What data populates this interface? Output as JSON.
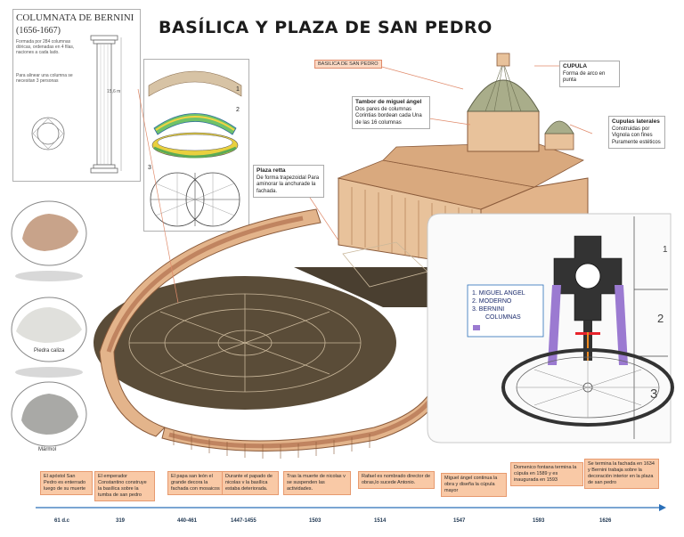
{
  "title": "BASÍLICA Y PLAZA DE SAN PEDRO",
  "bernini": {
    "title": "COLUMNATA DE BERNINI",
    "years": "(1656-1667)",
    "desc1": "Formada por 284 columnas dóricas, ordenadas en 4 filas, naciones a cada lado.",
    "desc2": "Para alinear una columna se necesitan 3 personas",
    "height": "15,6 m"
  },
  "plans": {
    "labels": [
      "1",
      "2",
      "3"
    ]
  },
  "callouts": {
    "basilica_label": "BASILICA DE SAN PEDRO",
    "cupula_title": "CUPULA",
    "cupula_text": "Forma de arco en punta",
    "tambor_title": "Tambor de miguel ángel",
    "tambor_text": "Dos pares de columnas Corintias bordean cada Una de las 16 columnas",
    "laterales_title": "Cupulas laterales",
    "laterales_text": "Construidas por Vignola con fines Puramente estéticos",
    "plaza_title": "Plaza retta",
    "plaza_text": "De forma trapezoidal Para aminorar la anchurade la fachada."
  },
  "stones": {
    "caliza": "Piedra caliza",
    "marmol": "Mármol"
  },
  "legend": {
    "items": [
      "MIGUEL ANGEL",
      "MODERNO",
      "BERNINI",
      "COLUMNAS"
    ],
    "numbers": [
      "1.",
      "2.",
      "3."
    ],
    "sections": [
      "1",
      "2",
      "3"
    ]
  },
  "timeline": {
    "events": [
      {
        "year": "61 d.c",
        "text": "El apóstol San Pedro es enterrado luego de su muerte"
      },
      {
        "year": "319",
        "text": "El emperador Constantino construye la basílica sobre la tumba de san pedro"
      },
      {
        "year": "440-461",
        "text": "El papa san león el grande decora la fachada con mosaicos"
      },
      {
        "year": "1447-1455",
        "text": "Durante el papado de nicolas v la basílica estaba deteriorada."
      },
      {
        "year": "1503",
        "text": "Tras la muerte de nicolas v se suspenden las actividades."
      },
      {
        "year": "1514",
        "text": "Rafael es nombrado director de obras,lo sucede Antonio."
      },
      {
        "year": "1547",
        "text": "Miguel ángel continua la obra y diseña la cúpula mayor"
      },
      {
        "year": "1593",
        "text": "Domenico fontana termina la cúpula en 1589 y es inaugurada en 1593"
      },
      {
        "year": "1626",
        "text": "Se termina la fachada en 1634 y Bernini trabaja sobre la decoración interior en la plaza de san pedro"
      }
    ]
  },
  "colors": {
    "accent": "#2a6fb8",
    "stone": "#e3b48b",
    "plaza": "#5a4c38",
    "timeline_box": "#f9c9a6"
  }
}
